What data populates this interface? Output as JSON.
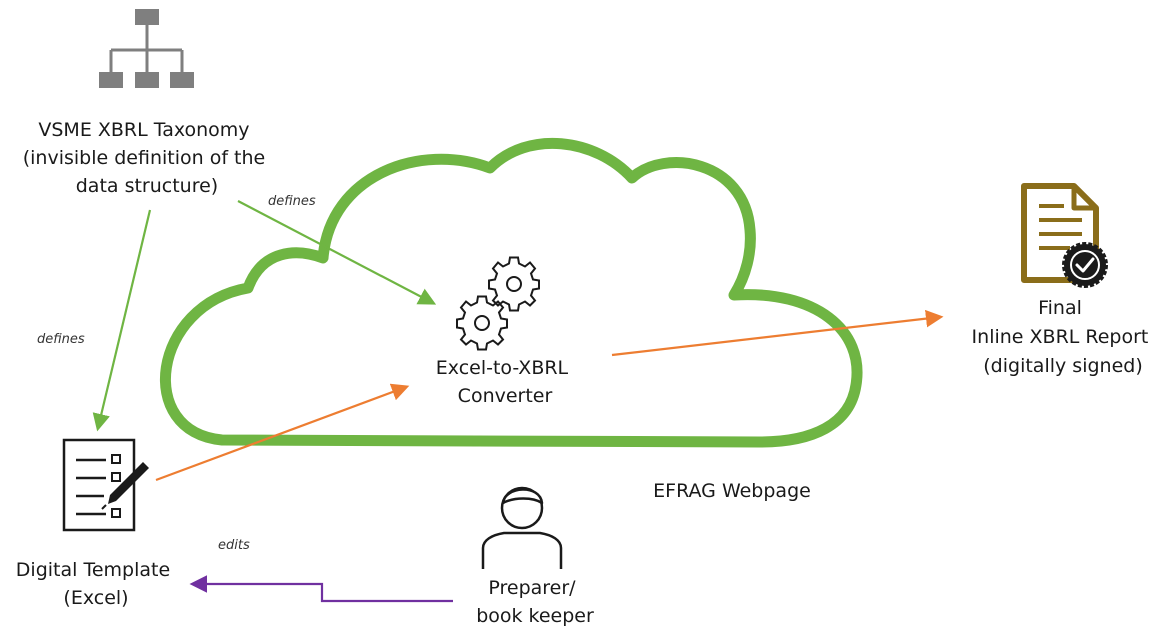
{
  "colors": {
    "cloud": "#6fb543",
    "defines_arrow": "#6fb543",
    "data_flow_arrow": "#ed7d31",
    "edits_arrow": "#7030a0",
    "icon_gray": "#7f7f7f",
    "report_gold": "#8a6d1a",
    "text": "#1a1a1a"
  },
  "taxonomy": {
    "icon": "hierarchy-icon",
    "lines": [
      "VSME XBRL Taxonomy",
      "(invisible definition of the",
      "data structure)"
    ]
  },
  "converter": {
    "icon": "gears-icon",
    "lines": [
      "Excel-to-XBRL",
      "Converter"
    ]
  },
  "cloud": {
    "label": "EFRAG Webpage"
  },
  "report": {
    "icon": "signed-document-icon",
    "lines": [
      "Final",
      "Inline XBRL Report",
      "(digitally signed)"
    ]
  },
  "template": {
    "icon": "checklist-pen-icon",
    "lines": [
      "Digital Template",
      "(Excel)"
    ]
  },
  "preparer": {
    "icon": "person-icon",
    "lines": [
      "Preparer/",
      "book keeper"
    ]
  },
  "edges": {
    "taxonomy_to_converter": "defines",
    "taxonomy_to_template": "defines",
    "preparer_to_template": "edits"
  }
}
